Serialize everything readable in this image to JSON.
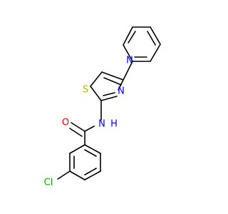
{
  "molecule": {
    "atoms": {
      "O": "O",
      "H": "H",
      "N_amide": "N",
      "S": "S",
      "N_thiazole": "N",
      "N_pyridine": "N",
      "Cl": "Cl"
    },
    "colors": {
      "bond": "#000000",
      "oxygen": "#ff0000",
      "nitrogen": "#0000ff",
      "sulfur": "#b5b500",
      "chlorine": "#00b000",
      "background": "#ffffff"
    }
  }
}
